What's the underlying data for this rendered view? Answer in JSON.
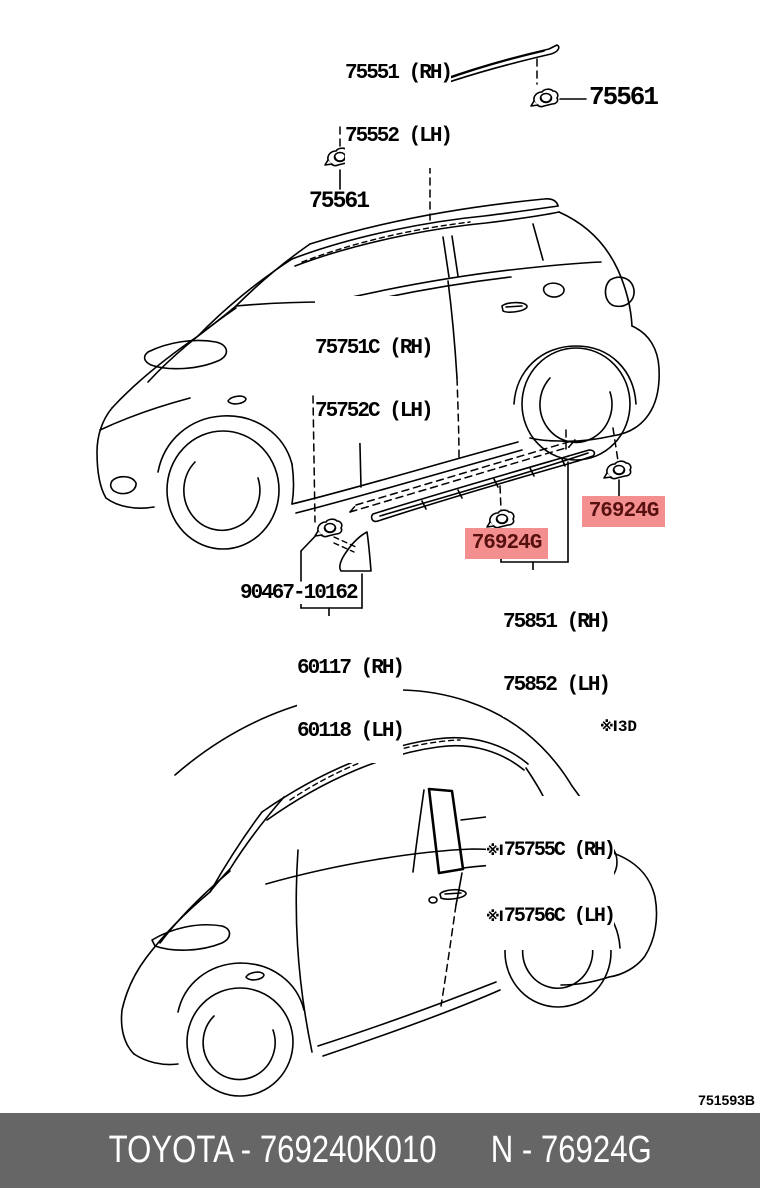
{
  "colors": {
    "highlight_bg": "#f48f8f",
    "highlight_text": "#571010",
    "footer_bar": "#666666",
    "line": "#000000"
  },
  "callouts": {
    "roof_moulding_rh": "75551 (RH)",
    "roof_moulding_lh": "75552 (LH)",
    "roof_clip_top": "75561",
    "roof_clip_mid": "75561",
    "front_door_tape_rh": "75751C (RH)",
    "front_door_tape_lh": "75752C (LH)",
    "sill_clip_left": "76924G",
    "sill_clip_right": "76924G",
    "sill_moulding_rh": "75851 (RH)",
    "sill_moulding_lh": "75852 (LH)",
    "garnish_clip": "90467-10162",
    "fender_garnish_rh": "60117 (RH)",
    "fender_garnish_lh": "60118 (LH)",
    "qtr_tape_marker": "※I",
    "qtr_tape_rh": "75755C (RH)",
    "qtr_tape_lh": "75756C (LH)"
  },
  "note_3door": {
    "marker": "※I",
    "text": "3D"
  },
  "footer": {
    "drawing_code": "751593B",
    "left_text": "TOYOTA - 769240K010",
    "right_text": "N - 76924G"
  }
}
